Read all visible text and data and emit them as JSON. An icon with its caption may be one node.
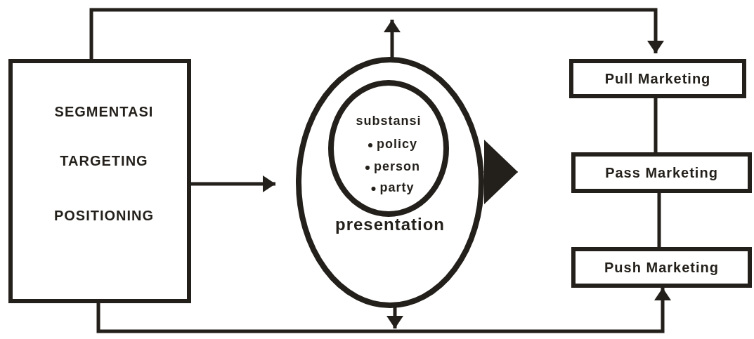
{
  "diagram": {
    "nodes": [
      {
        "text": [
          "SEGMENTASI",
          "TARGETING",
          "POSITIONING"
        ]
      },
      {
        "text": [
          "presentation"
        ]
      },
      {
        "text": [
          "substansi",
          "policy",
          "person",
          "party"
        ],
        "in": 1
      },
      {
        "text": [
          "Pull Marketing"
        ]
      },
      {
        "text": [
          "Pass Marketing"
        ]
      },
      {
        "text": [
          "Push Marketing"
        ]
      }
    ],
    "edges": [
      {
        "from": 0,
        "to": 3,
        "arrow": "to"
      },
      {
        "from": 0,
        "to": 1,
        "arrow": "to"
      },
      {
        "from": 0,
        "to": 5,
        "arrow": "to"
      },
      {
        "from": 1,
        "to": null,
        "arrow": "to"
      },
      {
        "from": 1,
        "to": null,
        "arrow": "to"
      },
      {
        "from": 1,
        "to": null,
        "arrow": "to"
      },
      {
        "from": 3,
        "to": 4,
        "arrow": "none"
      },
      {
        "from": 4,
        "to": 5,
        "arrow": "none"
      }
    ]
  }
}
